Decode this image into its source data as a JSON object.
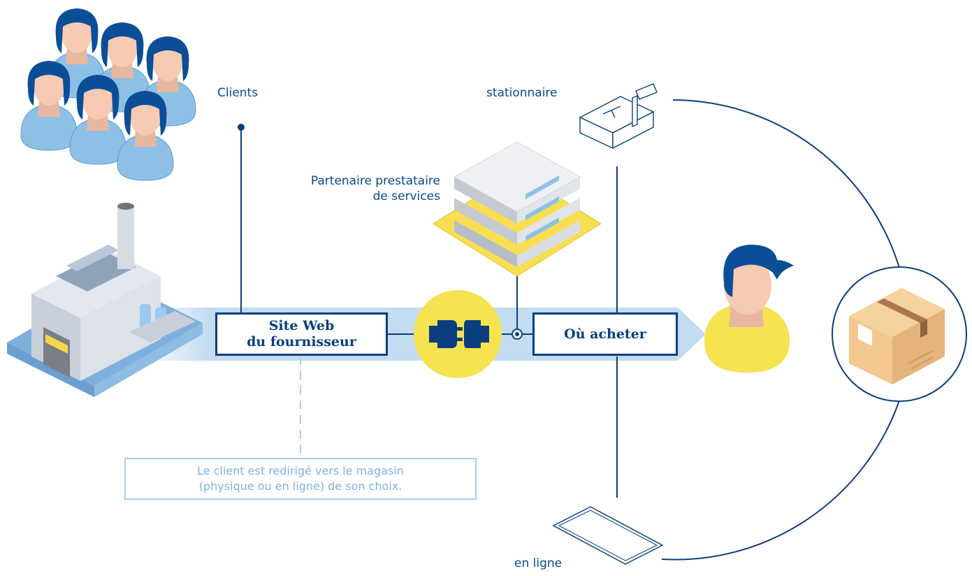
{
  "labels": {
    "clients": "Clients",
    "stationary": "stationnaire",
    "partner_line1": "Partenaire prestataire",
    "partner_line2": "de services",
    "online": "en ligne"
  },
  "boxes": {
    "supplier_line1": "Site Web",
    "supplier_line2": "du fournisseur",
    "where_to_buy": "Où acheter"
  },
  "note": {
    "line1": "Le client est redirigé vers le magasin",
    "line2": "(physique ou en ligne) de son choix."
  },
  "colors": {
    "navy": "#083f7e",
    "light_blue": "#c3dcf2",
    "yellow": "#f7e24f",
    "note_text": "#7fb2dc"
  },
  "icons": [
    "customer-group-icon",
    "factory-icon",
    "server-icon",
    "plug-connector-icon",
    "customer-icon",
    "cash-register-icon",
    "tablet-icon",
    "package-box-icon"
  ]
}
